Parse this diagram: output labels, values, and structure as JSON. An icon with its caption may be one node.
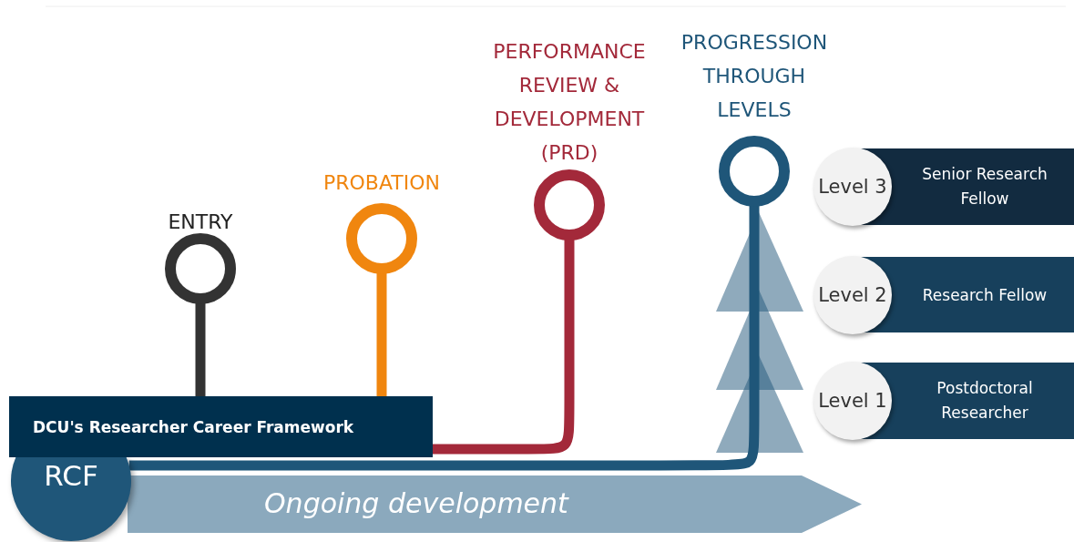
{
  "diagram": {
    "nodes": [
      {
        "text": [
          "DCU's Researcher Career Framework"
        ]
      },
      {
        "text": [
          "RCF"
        ]
      },
      {
        "text": [
          "Ongoing development"
        ]
      },
      {
        "text": [
          "ENTRY"
        ]
      },
      {
        "text": [
          "PROBATION"
        ]
      },
      {
        "text": [
          "PERFORMANCE REVIEW & DEVELOPMENT (PRD)"
        ]
      },
      {
        "text": [
          "PROGRESSION THROUGH LEVELS"
        ]
      },
      {
        "text": [
          "Level 3",
          "Senior Research Fellow"
        ]
      },
      {
        "text": [
          "Level 2",
          "Research Fellow"
        ]
      },
      {
        "text": [
          "Level 1",
          "Postdoctoral Researcher"
        ]
      }
    ],
    "edges": [
      {
        "from": 3,
        "to": 0,
        "arrow": "none",
        "color": "#333333"
      },
      {
        "from": 4,
        "to": 0,
        "arrow": "none",
        "color": "#f0860f"
      },
      {
        "from": 5,
        "to": 0,
        "arrow": "none",
        "color": "#a3293a"
      },
      {
        "from": 6,
        "to": 1,
        "arrow": "none",
        "color": "#1f5679"
      }
    ]
  }
}
